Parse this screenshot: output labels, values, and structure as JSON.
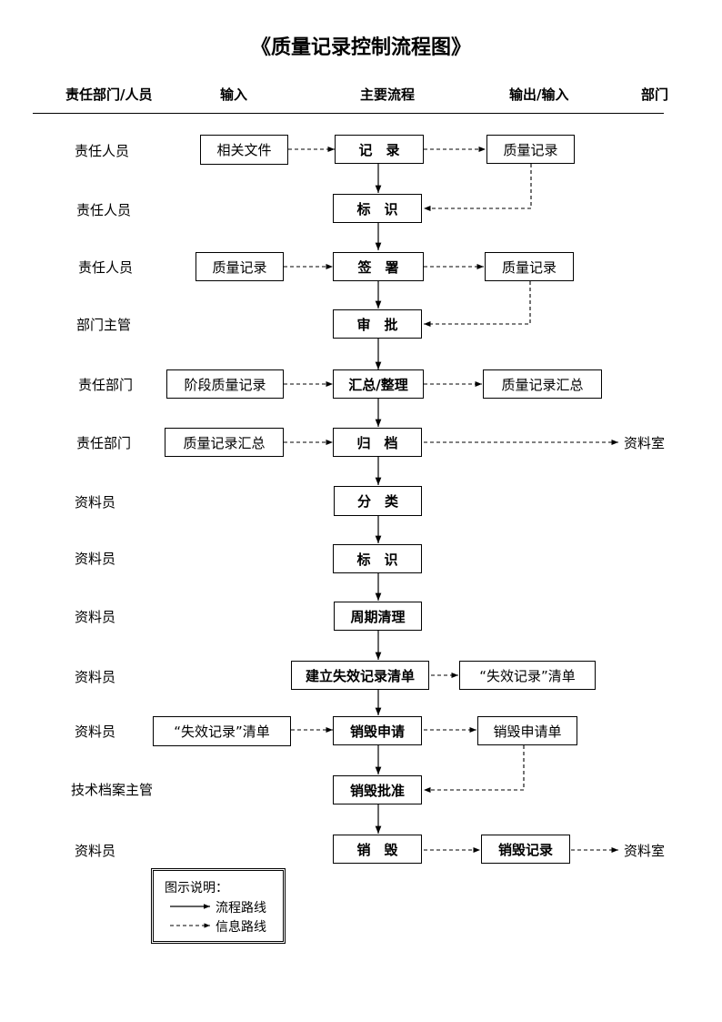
{
  "title": "《质量记录控制流程图》",
  "headers": {
    "dept_person": "责任部门/人员",
    "input": "输入",
    "main_flow": "主要流程",
    "output_input": "输出/输入",
    "department": "部门"
  },
  "rows": [
    {
      "dept": "责任人员",
      "input": "相关文件",
      "step": "记　录",
      "output": "质量记录"
    },
    {
      "dept": "责任人员",
      "input": "",
      "step": "标　识",
      "output": ""
    },
    {
      "dept": "责任人员",
      "input": "质量记录",
      "step": "签　署",
      "output": "质量记录"
    },
    {
      "dept": "部门主管",
      "input": "",
      "step": "审　批",
      "output": ""
    },
    {
      "dept": "责任部门",
      "input": "阶段质量记录",
      "step": "汇总/整理",
      "output": "质量记录汇总"
    },
    {
      "dept": "责任部门",
      "input": "质量记录汇总",
      "step": "归　档",
      "output": "",
      "destination": "资料室"
    },
    {
      "dept": "资料员",
      "input": "",
      "step": "分　类",
      "output": ""
    },
    {
      "dept": "资料员",
      "input": "",
      "step": "标　识",
      "output": ""
    },
    {
      "dept": "资料员",
      "input": "",
      "step": "周期清理",
      "output": ""
    },
    {
      "dept": "资料员",
      "input": "",
      "step": "建立失效记录清单",
      "output": "“失效记录”清单"
    },
    {
      "dept": "资料员",
      "input": "“失效记录”清单",
      "step": "销毁申请",
      "output": "销毁申请单"
    },
    {
      "dept": "技术档案主管",
      "input": "",
      "step": "销毁批准",
      "output": ""
    },
    {
      "dept": "资料员",
      "input": "",
      "step": "销　毁",
      "output": "销毁记录",
      "destination": "资料室"
    }
  ],
  "legend": {
    "title": "图示说明：",
    "solid": "流程路线",
    "dashed": "信息路线"
  }
}
